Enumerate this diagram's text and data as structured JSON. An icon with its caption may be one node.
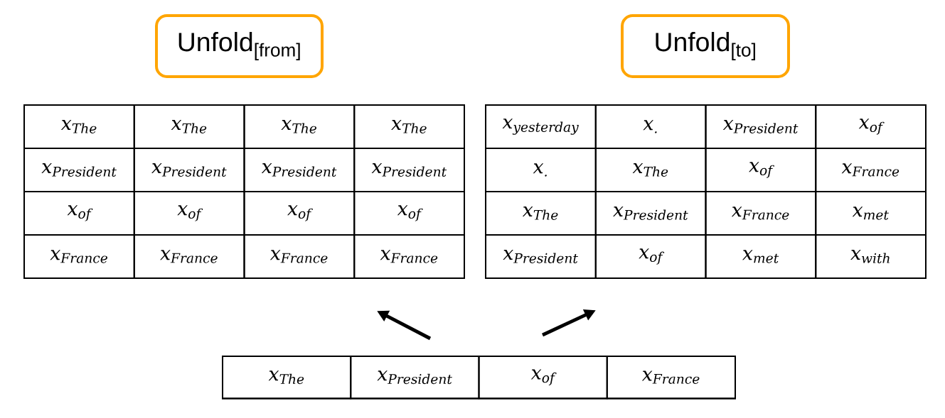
{
  "diagram": {
    "nodes": [
      {
        "text": [
          "Unfold$_{[from]}$"
        ]
      },
      {
        "text": [
          "Unfold$_{[to]}$"
        ]
      },
      {
        "text": [],
        "shape": "box"
      },
      {
        "text": [
          "x$_{The}$"
        ],
        "in": 2
      },
      {
        "text": [
          "x$_{The}$"
        ],
        "in": 2
      },
      {
        "text": [
          "x$_{The}$"
        ],
        "in": 2
      },
      {
        "text": [
          "x$_{The}$"
        ],
        "in": 2
      },
      {
        "text": [
          "x$_{President}$"
        ],
        "in": 2
      },
      {
        "text": [
          "x$_{President}$"
        ],
        "in": 2
      },
      {
        "text": [
          "x$_{President}$"
        ],
        "in": 2
      },
      {
        "text": [
          "x$_{President}$"
        ],
        "in": 2
      },
      {
        "text": [
          "x$_{of}$"
        ],
        "in": 2
      },
      {
        "text": [
          "x$_{of}$"
        ],
        "in": 2
      },
      {
        "text": [
          "x$_{of}$"
        ],
        "in": 2
      },
      {
        "text": [
          "x$_{of}$"
        ],
        "in": 2
      },
      {
        "text": [
          "x$_{France}$"
        ],
        "in": 2
      },
      {
        "text": [
          "x$_{France}$"
        ],
        "in": 2
      },
      {
        "text": [
          "x$_{France}$"
        ],
        "in": 2
      },
      {
        "text": [
          "x$_{France}$"
        ],
        "in": 2
      },
      {
        "text": [],
        "shape": "box"
      },
      {
        "text": [
          "x$_{yesterday}$"
        ],
        "in": 19
      },
      {
        "text": [
          "x$_{.}$"
        ],
        "in": 19
      },
      {
        "text": [
          "x$_{President}$"
        ],
        "in": 19
      },
      {
        "text": [
          "x$_{of}$"
        ],
        "in": 19
      },
      {
        "text": [
          "x$_{.}$"
        ],
        "in": 19
      },
      {
        "text": [
          "x$_{The}$"
        ],
        "in": 19
      },
      {
        "text": [
          "x$_{of}$"
        ],
        "in": 19
      },
      {
        "text": [
          "x$_{France}$"
        ],
        "in": 19
      },
      {
        "text": [
          "x$_{The}$"
        ],
        "in": 19
      },
      {
        "text": [
          "x$_{President}$"
        ],
        "in": 19
      },
      {
        "text": [
          "x$_{France}$"
        ],
        "in": 19
      },
      {
        "text": [
          "x$_{met}$"
        ],
        "in": 19
      },
      {
        "text": [
          "x$_{President}$"
        ],
        "in": 19
      },
      {
        "text": [
          "x$_{of}$"
        ],
        "in": 19
      },
      {
        "text": [
          "x$_{met}$"
        ],
        "in": 19
      },
      {
        "text": [
          "x$_{with}$"
        ],
        "in": 19
      },
      {
        "text": [],
        "shape": "box"
      },
      {
        "text": [
          "x$_{The}$"
        ],
        "in": 36
      },
      {
        "text": [
          "x$_{President}$"
        ],
        "in": 36
      },
      {
        "text": [
          "x$_{of}$"
        ],
        "in": 36
      },
      {
        "text": [
          "x$_{France}$"
        ],
        "in": 36
      }
    ],
    "edges": [
      {
        "from": 36,
        "to": 2,
        "arrow": "to"
      },
      {
        "from": 36,
        "to": 19,
        "arrow": "to"
      }
    ]
  }
}
